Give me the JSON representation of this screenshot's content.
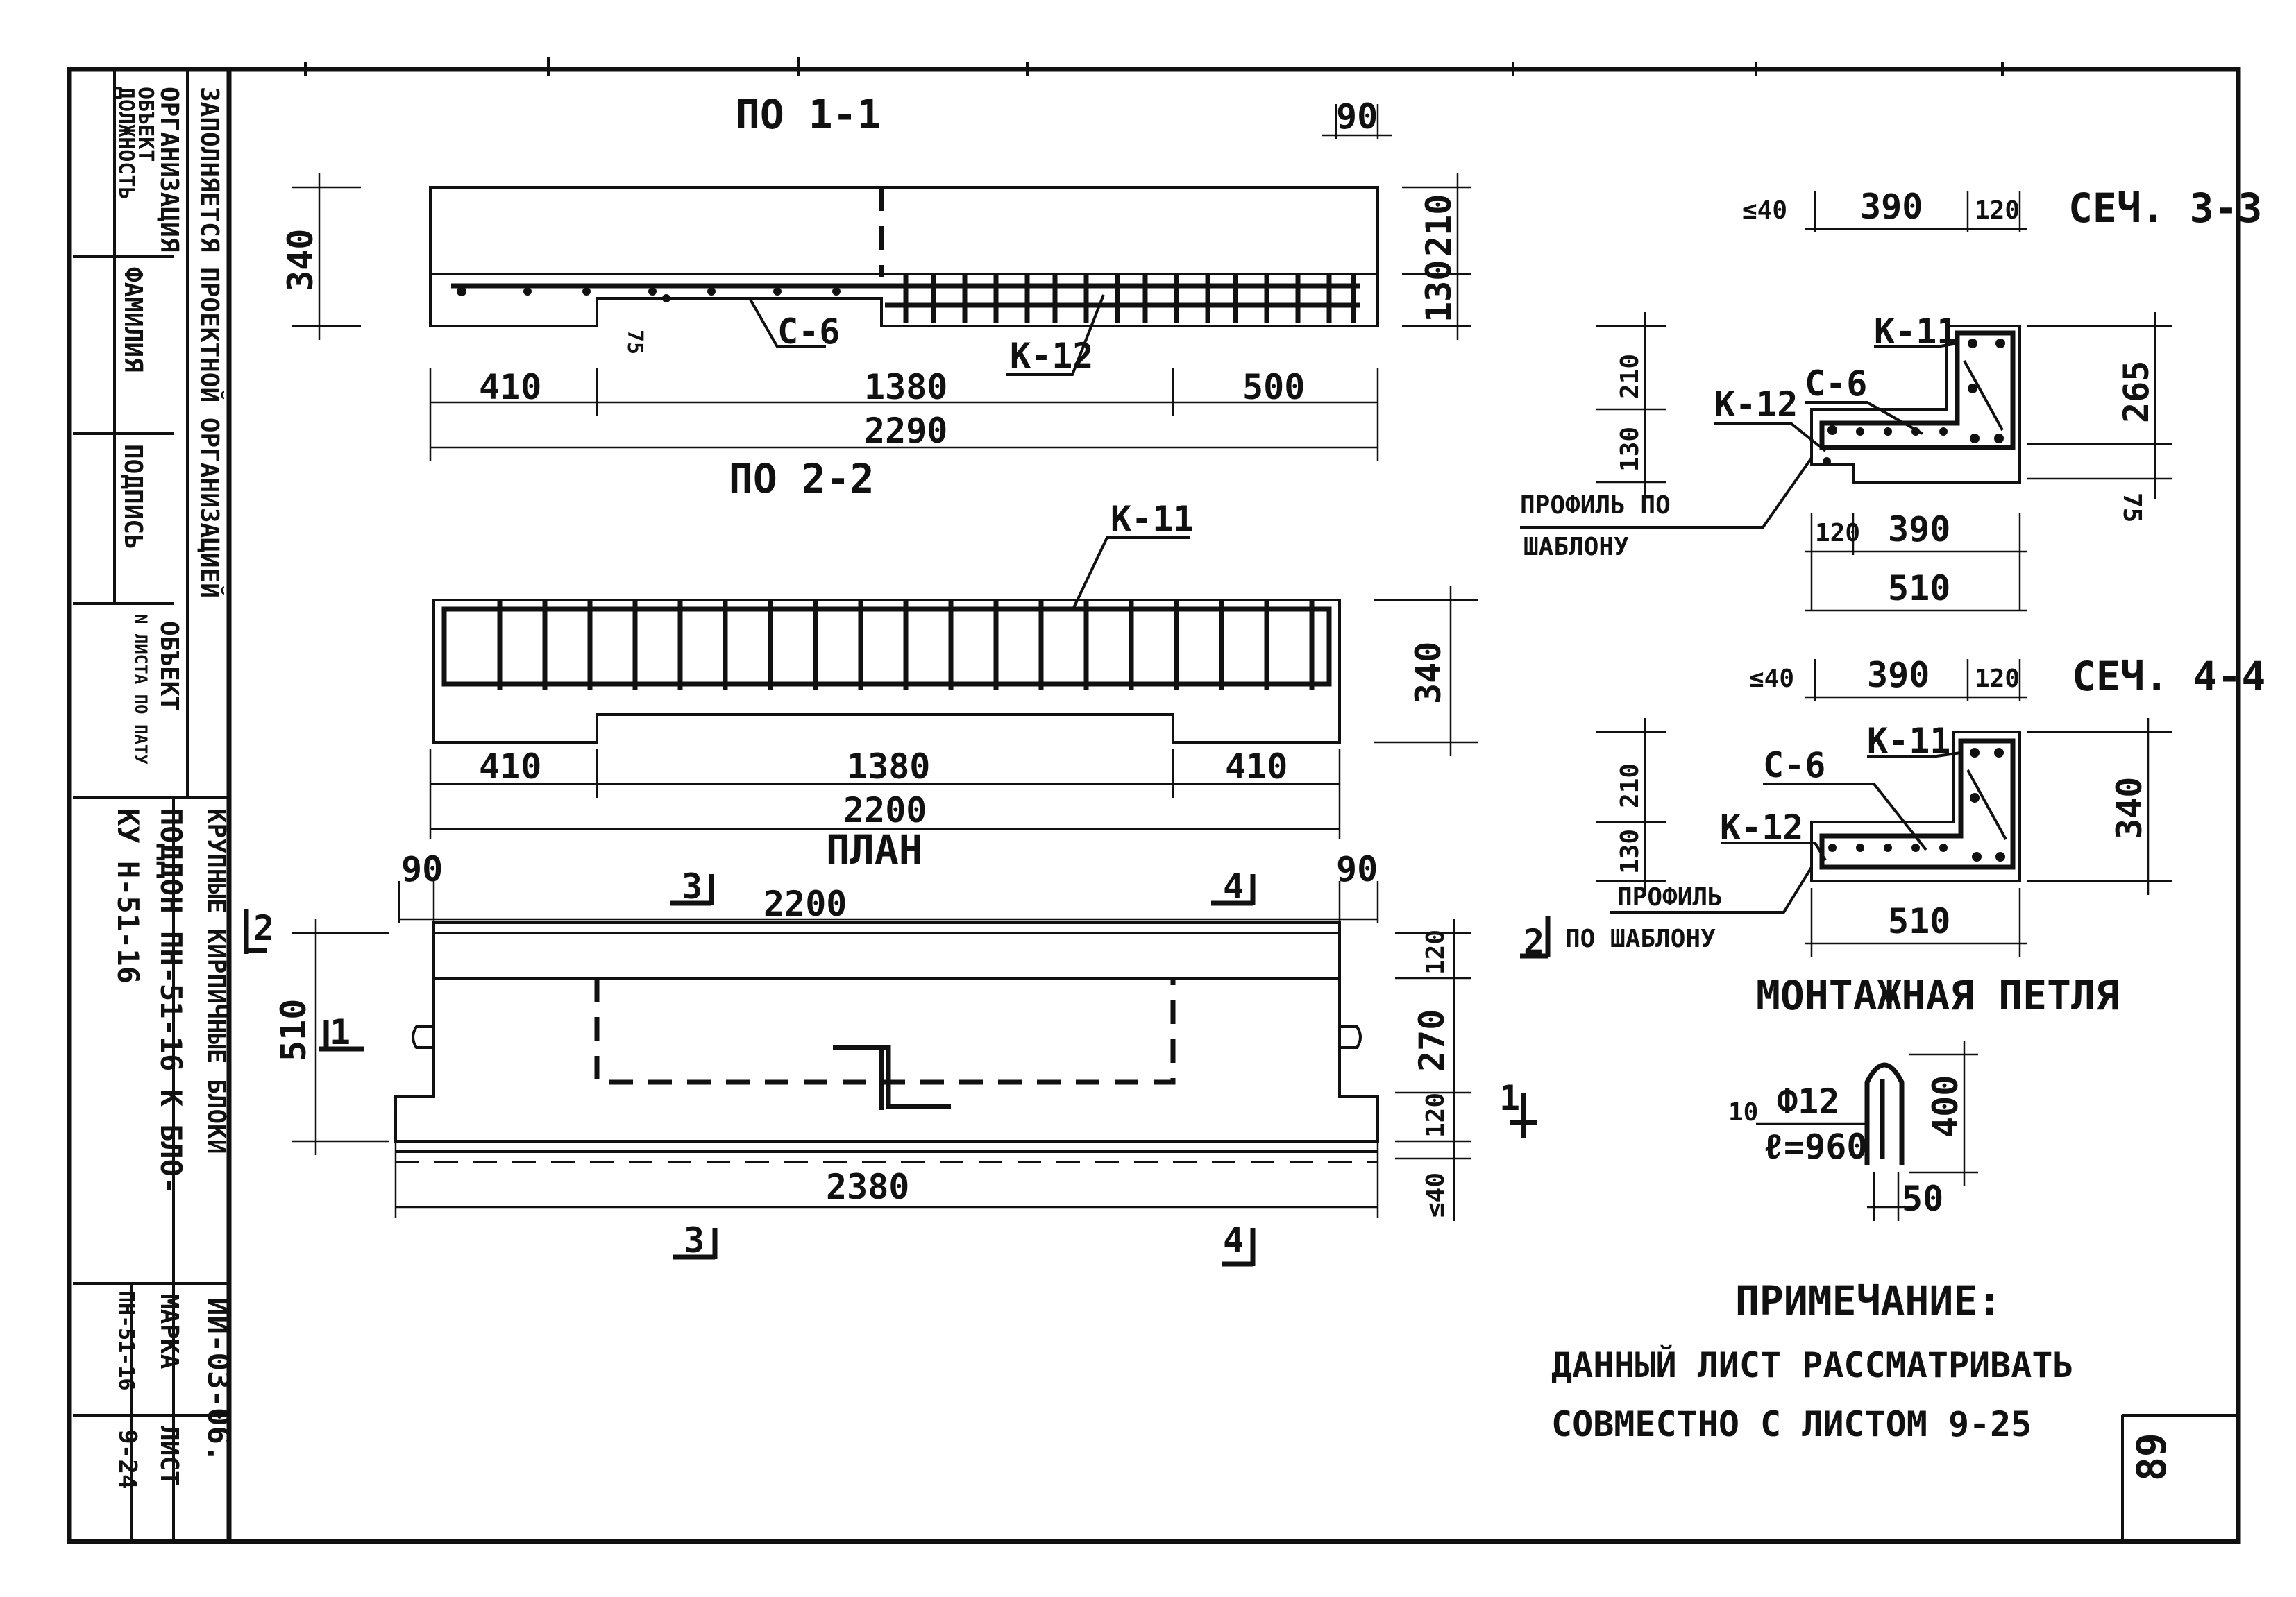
{
  "title_block": {
    "header": "ЗАПОЛНЯЕТСЯ ПРОЕКТНОЙ ОРГАНИЗАЦИЕЙ",
    "org": "ОРГАНИЗАЦИЯ",
    "obj": "ОБЪЕКТ",
    "role": "ДОЛЖНОСТЬ",
    "surname": "ФАМИЛИЯ",
    "signature": "ПОДПИСЬ",
    "object": "ОБЪЕКТ",
    "sheet_no": "N ЛИСТА ПО ПАТУ",
    "series": "КРУПНЫЕ КИРПИЧНЫЕ БЛОКИ",
    "desc1": "ПОДДОН ПН-51-16 К БЛО-",
    "desc2": "КУ Н-51-16",
    "code": "ИИ-03-06.",
    "mark_label": "МАРКА",
    "sheet_label": "ЛИСТ",
    "mark": "ПН-51-16",
    "sheet": "9-24"
  },
  "views": {
    "section_1_1": "ПО 1-1",
    "section_2_2": "ПО 2-2",
    "plan": "ПЛАН",
    "section_3_3": "СЕЧ. 3-3",
    "section_4_4": "СЕЧ. 4-4",
    "mounting_loop": "МОНТАЖНАЯ ПЕТЛЯ"
  },
  "labels": {
    "c6": "С-6",
    "k12": "К-12",
    "k11": "К-11",
    "profile_a": "ПРОФИЛЬ ПО",
    "profile_b": "ШАБЛОНУ",
    "profile_c": "ПРОФИЛЬ",
    "profile_d": "ПО ШАБЛОНУ",
    "rebar": "Ф12",
    "rebar_len": "ℓ=960",
    "count": "10"
  },
  "cut_marks": [
    "1",
    "2",
    "3",
    "4"
  ],
  "dims": {
    "d90": "90",
    "d340": "340",
    "d210": "210",
    "d130": "130",
    "d75": "75",
    "d410": "410",
    "d1380": "1380",
    "d500": "500",
    "d2290": "2290",
    "d2200": "2200",
    "d2380": "2380",
    "d510": "510",
    "d120": "120",
    "d270": "270",
    "d40": "≤40",
    "d390": "390",
    "d265": "265",
    "d400": "400",
    "d50": "50"
  },
  "note": {
    "title": "ПРИМЕЧАНИЕ:",
    "line1": "ДАННЫЙ ЛИСТ РАССМАТРИВАТЬ",
    "line2": "СОВМЕСТНО С ЛИСТОМ 9-25"
  },
  "page_number": "89"
}
